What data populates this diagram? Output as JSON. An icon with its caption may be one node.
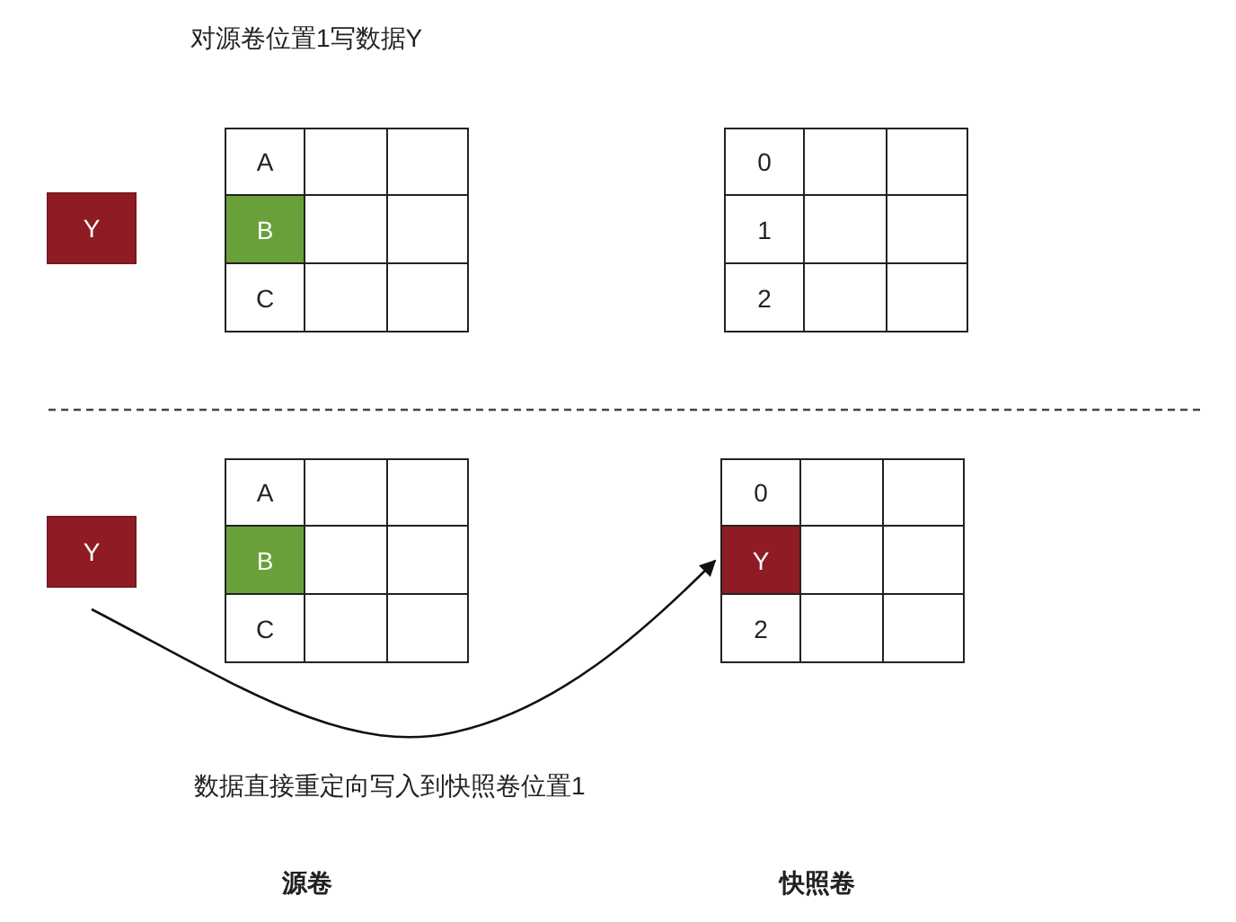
{
  "diagram": {
    "nodes": [
      {
        "text": [
          "Y"
        ]
      },
      {
        "text": [
          "A"
        ]
      },
      {
        "text": [],
        "shape": "box"
      },
      {
        "text": [],
        "shape": "box"
      },
      {
        "text": [
          "B"
        ]
      },
      {
        "text": [],
        "shape": "box"
      },
      {
        "text": [],
        "shape": "box"
      },
      {
        "text": [
          "C"
        ]
      },
      {
        "text": [],
        "shape": "box"
      },
      {
        "text": [],
        "shape": "box"
      },
      {
        "text": [
          "0"
        ]
      },
      {
        "text": [],
        "shape": "box"
      },
      {
        "text": [],
        "shape": "box"
      },
      {
        "text": [
          "1"
        ]
      },
      {
        "text": [],
        "shape": "box"
      },
      {
        "text": [],
        "shape": "box"
      },
      {
        "text": [
          "2"
        ]
      },
      {
        "text": [],
        "shape": "box"
      },
      {
        "text": [],
        "shape": "box"
      },
      {
        "text": [
          "Y"
        ]
      },
      {
        "text": [
          "A"
        ]
      },
      {
        "text": [],
        "shape": "box"
      },
      {
        "text": [],
        "shape": "box"
      },
      {
        "text": [
          "B"
        ]
      },
      {
        "text": [],
        "shape": "box"
      },
      {
        "text": [],
        "shape": "box"
      },
      {
        "text": [
          "C"
        ]
      },
      {
        "text": [],
        "shape": "box"
      },
      {
        "text": [],
        "shape": "box"
      },
      {
        "text": [
          "0"
        ]
      },
      {
        "text": [],
        "shape": "box"
      },
      {
        "text": [],
        "shape": "box"
      },
      {
        "text": [
          "Y"
        ]
      },
      {
        "text": [],
        "shape": "box"
      },
      {
        "text": [],
        "shape": "box"
      },
      {
        "text": [
          "2"
        ]
      },
      {
        "text": [],
        "shape": "box"
      },
      {
        "text": [],
        "shape": "box"
      }
    ],
    "edges": [
      {
        "from": 19,
        "to": 32,
        "arrow": "to"
      }
    ],
    "labels": [
      "对源卷位置1写数据Y",
      "数据直接重定向写入到快照卷位置1",
      "源卷",
      "快照卷"
    ]
  }
}
